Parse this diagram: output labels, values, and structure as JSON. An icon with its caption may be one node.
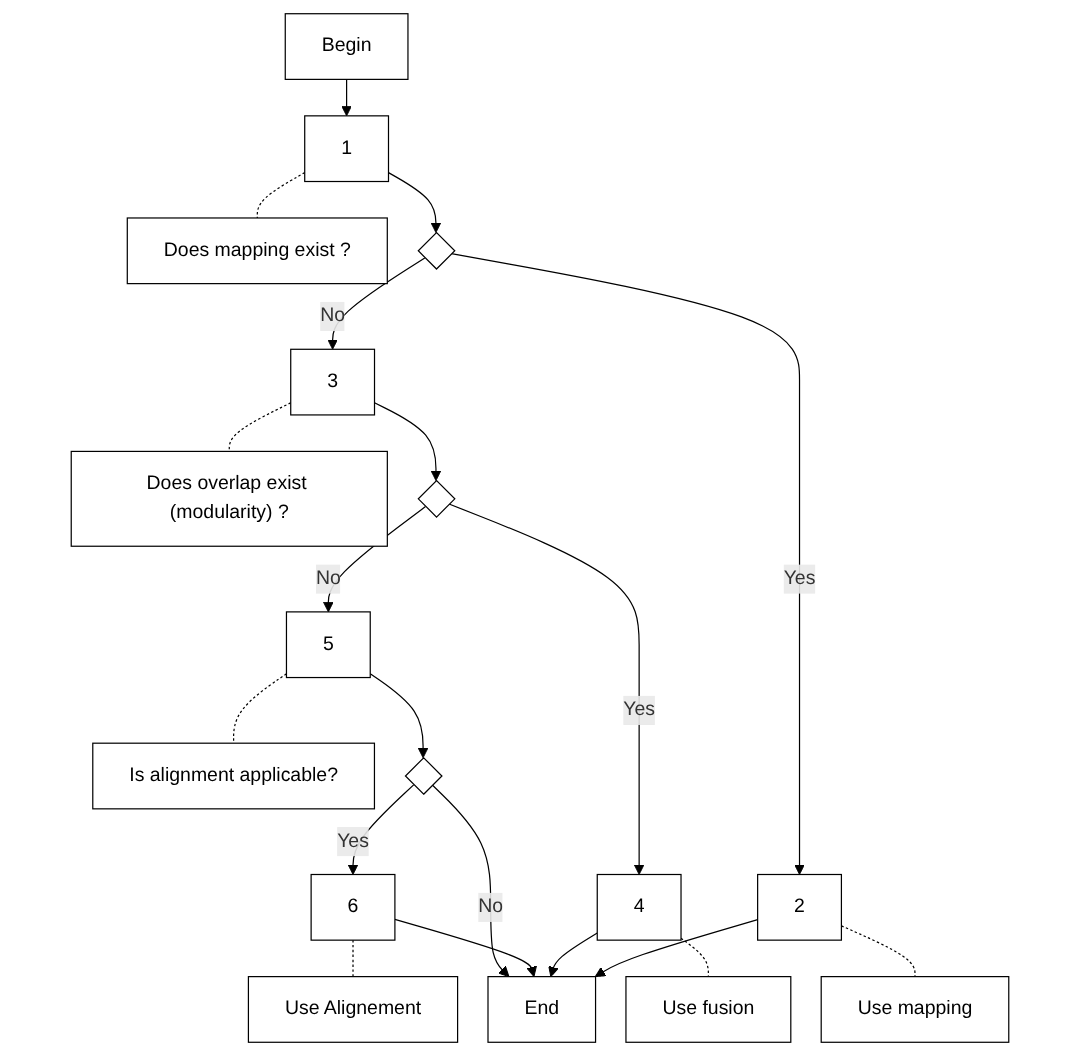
{
  "diagram": {
    "nodes": [
      {
        "text": [
          "Begin"
        ]
      },
      {
        "text": [
          "1"
        ]
      },
      {
        "text": [
          "Does mapping exist ?"
        ]
      },
      {
        "text": [],
        "shape": "diamond"
      },
      {
        "text": [
          "2"
        ]
      },
      {
        "text": [
          "Use mapping"
        ]
      },
      {
        "text": [
          "3"
        ]
      },
      {
        "text": [
          "Does overlap exist (modularity) ?"
        ]
      },
      {
        "text": [],
        "shape": "diamond"
      },
      {
        "text": [
          "4"
        ]
      },
      {
        "text": [
          "Use fusion"
        ]
      },
      {
        "text": [
          "5"
        ]
      },
      {
        "text": [
          "Is alignment applicable?"
        ]
      },
      {
        "text": [],
        "shape": "diamond"
      },
      {
        "text": [
          "6"
        ]
      },
      {
        "text": [
          "Use Alignement"
        ]
      },
      {
        "text": [
          "End"
        ]
      }
    ],
    "edges": [
      {
        "from": 0,
        "to": 1,
        "arrow": "to"
      },
      {
        "from": 1,
        "to": 2,
        "arrow": "none",
        "style": "dashed"
      },
      {
        "from": 1,
        "to": 3,
        "arrow": "to"
      },
      {
        "from": 3,
        "to": 4,
        "arrow": "to",
        "label": "Yes"
      },
      {
        "from": 4,
        "to": 5,
        "arrow": "none",
        "style": "dashed"
      },
      {
        "from": 3,
        "to": 6,
        "arrow": "to",
        "label": "No"
      },
      {
        "from": 6,
        "to": 7,
        "arrow": "none",
        "style": "dashed"
      },
      {
        "from": 6,
        "to": 8,
        "arrow": "to"
      },
      {
        "from": 8,
        "to": 9,
        "arrow": "to",
        "label": "Yes"
      },
      {
        "from": 9,
        "to": 10,
        "arrow": "none",
        "style": "dashed"
      },
      {
        "from": 8,
        "to": 11,
        "arrow": "to",
        "label": "No"
      },
      {
        "from": 11,
        "to": 12,
        "arrow": "none",
        "style": "dashed"
      },
      {
        "from": 11,
        "to": 13,
        "arrow": "to"
      },
      {
        "from": 13,
        "to": 14,
        "arrow": "to",
        "label": "Yes"
      },
      {
        "from": 14,
        "to": 15,
        "arrow": "none",
        "style": "dashed"
      },
      {
        "from": 13,
        "to": 16,
        "arrow": "to",
        "label": "No"
      },
      {
        "from": 14,
        "to": 16,
        "arrow": "to"
      },
      {
        "from": 9,
        "to": 16,
        "arrow": "to"
      },
      {
        "from": 4,
        "to": 16,
        "arrow": "to"
      }
    ]
  }
}
